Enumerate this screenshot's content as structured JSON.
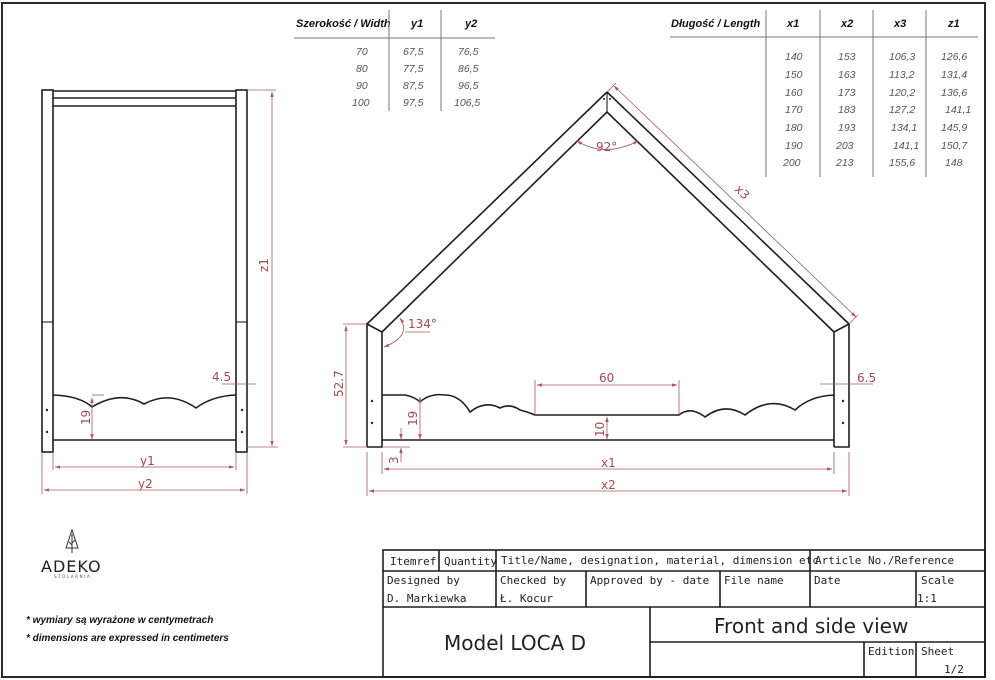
{
  "width_table": {
    "headers": [
      "Szerokość / Width",
      "y1",
      "y2"
    ],
    "rows": [
      [
        "70",
        "67,5",
        "76,5"
      ],
      [
        "80",
        "77,5",
        "86,5"
      ],
      [
        "90",
        "87,5",
        "96,5"
      ],
      [
        "100",
        "97,5",
        "106,5"
      ]
    ]
  },
  "length_table": {
    "headers": [
      "Długość / Length",
      "x1",
      "x2",
      "x3",
      "z1"
    ],
    "rows": [
      [
        "140",
        "153",
        "106,3",
        "126,6"
      ],
      [
        "150",
        "163",
        "113,2",
        "131,4"
      ],
      [
        "160",
        "173",
        "120,2",
        "136,6"
      ],
      [
        "170",
        "183",
        "127,2",
        "141,1"
      ],
      [
        "180",
        "193",
        "134,1",
        "145,9"
      ],
      [
        "190",
        "203",
        "141,1",
        "150,7"
      ],
      [
        "200",
        "213",
        "155,6",
        "148"
      ]
    ]
  },
  "front_view": {
    "dims": {
      "height": "z1",
      "inner_width": "y1",
      "outer_width": "y2",
      "wave_height": "19",
      "post_width": "4.5"
    }
  },
  "side_view": {
    "dims": {
      "roof_angle": "92°",
      "wall_angle": "134°",
      "roof_length": "x3",
      "wall_height": "52.7",
      "wave_height": "19",
      "gap": "3",
      "opening": "60",
      "opening_height": "10",
      "post_width": "6.5",
      "inner_length": "x1",
      "outer_length": "x2"
    }
  },
  "logo": {
    "name": "ADEKO",
    "subtitle": "STOLARNIA"
  },
  "notes": {
    "pl": "* wymiary są wyrażone w centymetrach",
    "en": "* dimensions are expressed in centimeters"
  },
  "title_block": {
    "itemref": "Itemref",
    "quantity": "Quantity",
    "title_header": "Title/Name, designation, material, dimension etc",
    "article": "Article No./Reference",
    "designed_by_label": "Designed by",
    "designed_by": "D. Markiewka",
    "checked_by_label": "Checked by",
    "checked_by": "Ł. Kocur",
    "approved_label": "Approved by - date",
    "file_label": "File name",
    "date_label": "Date",
    "scale_label": "Scale",
    "scale": "1:1",
    "model": "Model LOCA D",
    "view_title": "Front and side view",
    "edition_label": "Edition",
    "sheet_label": "Sheet",
    "sheet": "1/2"
  },
  "colors": {
    "dimension": "#a85a5f",
    "line": "#1e1e1e"
  }
}
